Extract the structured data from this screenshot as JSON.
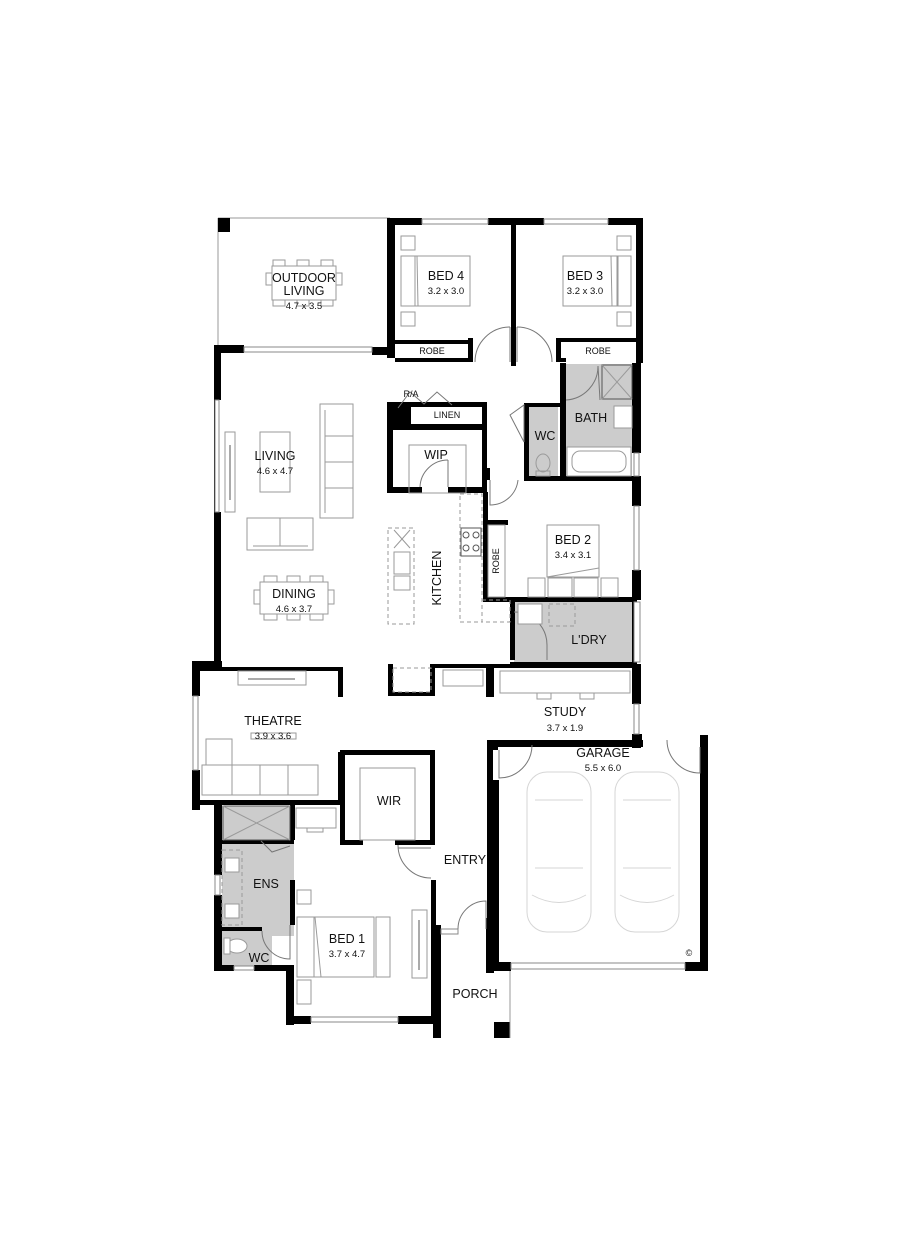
{
  "plan": {
    "colors": {
      "wall": "#000000",
      "wet_area": "#cccccc",
      "furniture_line": "#9a9a9a",
      "background": "#ffffff"
    },
    "rooms": {
      "outdoor_living": {
        "name_line1": "OUTDOOR",
        "name_line2": "LIVING",
        "dims": "4.7 x 3.5"
      },
      "bed4": {
        "name": "BED 4",
        "dims": "3.2 x 3.0"
      },
      "bed3": {
        "name": "BED 3",
        "dims": "3.2 x 3.0"
      },
      "robe_bed4": {
        "name": "ROBE"
      },
      "robe_bed3": {
        "name": "ROBE"
      },
      "ra": {
        "name": "R/A"
      },
      "linen": {
        "name": "LINEN"
      },
      "wip": {
        "name": "WIP"
      },
      "wc_main": {
        "name": "WC"
      },
      "bath": {
        "name": "BATH"
      },
      "living": {
        "name": "LIVING",
        "dims": "4.6 x 4.7"
      },
      "dining": {
        "name": "DINING",
        "dims": "4.6 x 3.7"
      },
      "kitchen": {
        "name": "KITCHEN"
      },
      "bed2": {
        "name": "BED 2",
        "dims": "3.4 x 3.1"
      },
      "robe_bed2": {
        "name": "ROBE"
      },
      "laundry": {
        "name": "L'DRY"
      },
      "theatre": {
        "name": "THEATRE",
        "dims": "3.9 x 3.6"
      },
      "study": {
        "name": "STUDY",
        "dims": "3.7 x 1.9"
      },
      "garage": {
        "name": "GARAGE",
        "dims": "5.5 x 6.0"
      },
      "wir": {
        "name": "WIR"
      },
      "entry": {
        "name": "ENTRY"
      },
      "ens": {
        "name": "ENS"
      },
      "wc_ens": {
        "name": "WC"
      },
      "bed1": {
        "name": "BED 1",
        "dims": "3.7 x 4.7"
      },
      "porch": {
        "name": "PORCH"
      }
    },
    "symbols": {
      "copyright": "©"
    }
  }
}
